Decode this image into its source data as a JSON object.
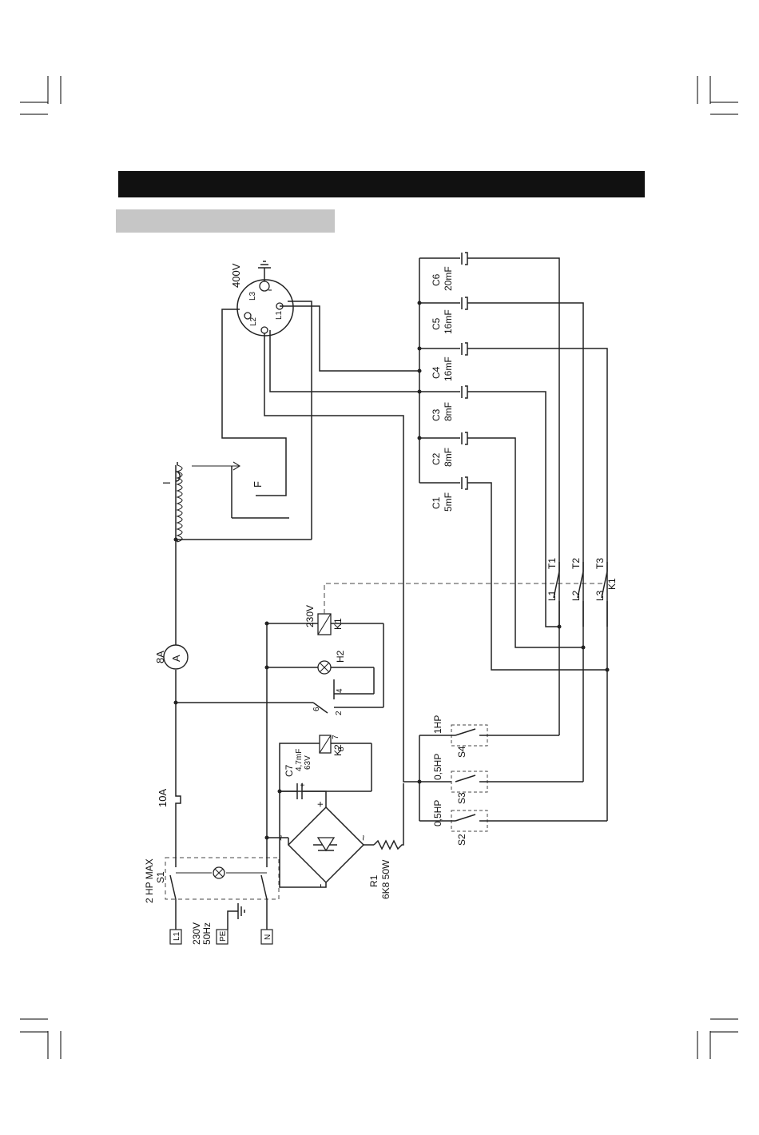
{
  "labels": {
    "supply_l1": "L1",
    "supply_n": "N",
    "supply_pe": "PE",
    "supply_voltage": "230V",
    "supply_freq": "50Hz",
    "s1_rating": "2 HP MAX",
    "s1": "S1",
    "fuse": "10A",
    "ammeter_rating": "8A",
    "ammeter_symbol": "A",
    "transformer_i": "I",
    "transformer_f": "F",
    "motor_voltage": "400V",
    "motor_l1": "L1",
    "motor_l2": "L2",
    "motor_l3": "L3",
    "r1": "R1",
    "r1_value": "6K8 50W",
    "c7": "C7",
    "c7_value1": "4,7mF",
    "c7_value2": "63V",
    "k2": "K2",
    "k2_pin7": "7",
    "k2_pin8": "8",
    "k1_coil_voltage": "230V",
    "k1_coil": "K1",
    "h2": "H2",
    "k1_aux_6": "6",
    "k1_aux_2": "2",
    "k1_aux_4": "4",
    "k1_contacts": "K1",
    "k1_l1": "L1",
    "k1_l2": "L2",
    "k1_l3": "L3",
    "k1_t1": "T1",
    "k1_t2": "T2",
    "k1_t3": "T3",
    "bridge_plus": "+",
    "bridge_minus": "-",
    "bridge_ac1": "~",
    "bridge_ac2": "~",
    "s2": "S2",
    "s2_rating": "0,5HP",
    "s3": "S3",
    "s3_rating": "0,5HP",
    "s4": "S4",
    "s4_rating": "1HP",
    "c1": "C1",
    "c1_value": "5mF",
    "c2": "C2",
    "c2_value": "8mF",
    "c3": "C3",
    "c3_value": "8mF",
    "c4": "C4",
    "c4_value": "16mF",
    "c5": "C5",
    "c5_value": "16mF",
    "c6": "C6",
    "c6_value": "20mF"
  },
  "colors": {
    "header": "#111111",
    "subheader": "#c6c6c6",
    "wire": "#222222"
  }
}
